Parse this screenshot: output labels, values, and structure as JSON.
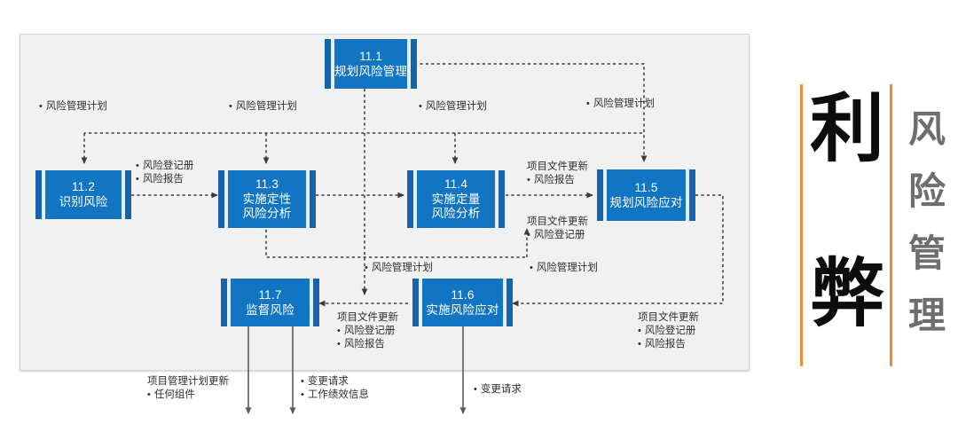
{
  "diagram": {
    "title_block": {
      "headline_chars": [
        "利",
        "弊"
      ],
      "vertical_label": "风险管理",
      "accent_color": "#f08a33",
      "headline_color": "#0d0d0d",
      "vertical_label_color": "#6e6e6e"
    },
    "box_color": "#1275c4",
    "box_edge_color": "#1563ad",
    "panel_bg": "#f1f1f1",
    "boxes": [
      {
        "id": "11.1",
        "num": "11.1",
        "name": "规划风险管理"
      },
      {
        "id": "11.2",
        "num": "11.2",
        "name": "识别风险"
      },
      {
        "id": "11.3",
        "num": "11.3",
        "name": "实施定性",
        "name2": "风险分析"
      },
      {
        "id": "11.4",
        "num": "11.4",
        "name": "实施定量",
        "name2": "风险分析"
      },
      {
        "id": "11.5",
        "num": "11.5",
        "name": "规划风险应对"
      },
      {
        "id": "11.6",
        "num": "11.6",
        "name": "实施风险应对"
      },
      {
        "id": "11.7",
        "num": "11.7",
        "name": "监督风险"
      }
    ],
    "notes": {
      "n1": {
        "l1": "风险管理计划"
      },
      "n2": {
        "l1": "风险管理计划"
      },
      "n3": {
        "l1": "风险管理计划"
      },
      "n4": {
        "l1": "风险管理计划"
      },
      "n5": {
        "l1": "风险登记册",
        "l2": "风险报告"
      },
      "n6": {
        "hdr": "项目文件更新",
        "l1": "风险报告"
      },
      "n7": {
        "hdr": "项目文件更新",
        "l1": "风险登记册"
      },
      "n8": {
        "l1": "风险管理计划"
      },
      "n9": {
        "l1": "风险管理计划"
      },
      "n10": {
        "hdr": "项目文件更新",
        "l1": "风险登记册",
        "l2": "风险报告"
      },
      "n11": {
        "hdr": "项目文件更新",
        "l1": "风险登记册",
        "l2": "风险报告"
      },
      "n12": {
        "hdr": "项目管理计划更新",
        "l1": "任何组件"
      },
      "n13": {
        "l1": "变更请求",
        "l2": "工作绩效信息"
      },
      "n14": {
        "l1": "变更请求"
      }
    }
  }
}
